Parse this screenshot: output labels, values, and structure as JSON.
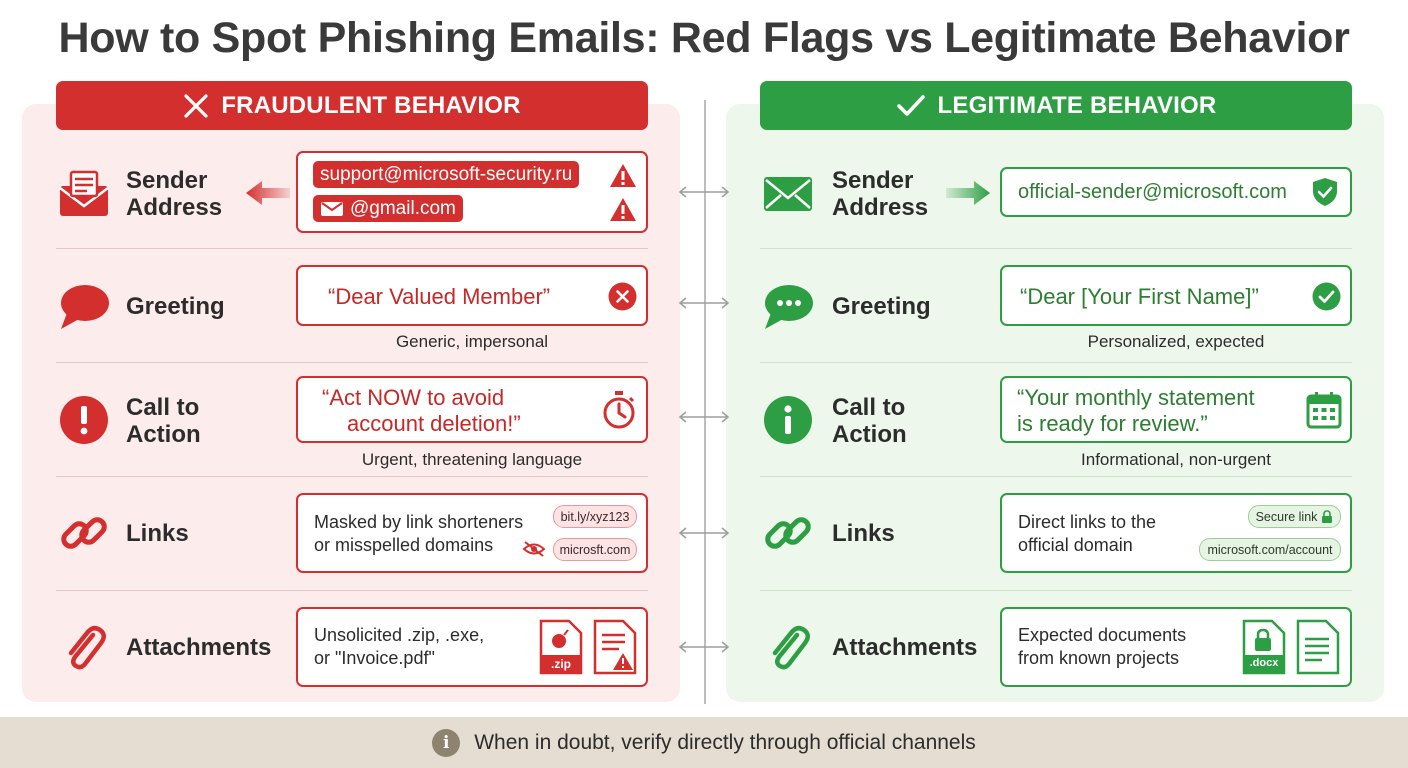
{
  "title": "How to Spot Phishing Emails: Red Flags vs Legitimate Behavior",
  "colors": {
    "red": "#d32f2f",
    "green": "#2e9e44",
    "footer_bg": "#e5ddd2"
  },
  "fraudulent": {
    "header": "FRAUDULENT BEHAVIOR",
    "header_icon": "x-icon",
    "sender": {
      "label_line1": "Sender",
      "label_line2": "Address",
      "email1": "support@microsoft-security.ru",
      "email2": "@gmail.com",
      "icons": [
        "envelope-alert-icon",
        "arrow-left-icon",
        "warning-icon"
      ]
    },
    "greeting": {
      "label": "Greeting",
      "quote": "“Dear Valued Member”",
      "caption": "Generic, impersonal",
      "icon": "speech-bubble-icon"
    },
    "cta": {
      "label_line1": "Call to",
      "label_line2": "Action",
      "quote_line1": "“Act NOW to avoid",
      "quote_line2": "account deletion!”",
      "caption": "Urgent, threatening language",
      "icon": "stopwatch-icon"
    },
    "links": {
      "label": "Links",
      "text_line1": "Masked by link shorteners",
      "text_line2": "or misspelled domains",
      "pill1": "bit.ly/xyz123",
      "pill2": "microsft.com",
      "icon": "link-icon"
    },
    "attachments": {
      "label": "Attachments",
      "text_line1": "Unsolicited .zip, .exe,",
      "text_line2": "or \"Invoice.pdf\"",
      "file_tag": ".zip",
      "icon": "paperclip-icon"
    }
  },
  "legitimate": {
    "header": "LEGITIMATE BEHAVIOR",
    "header_icon": "check-icon",
    "sender": {
      "label_line1": "Sender",
      "label_line2": "Address",
      "email": "official-sender@microsoft.com",
      "icons": [
        "envelope-icon",
        "arrow-right-icon",
        "shield-check-icon"
      ]
    },
    "greeting": {
      "label": "Greeting",
      "quote": "“Dear [Your First Name]”",
      "caption": "Personalized, expected",
      "icon": "chat-bubble-icon"
    },
    "cta": {
      "label_line1": "Call to",
      "label_line2": "Action",
      "quote_line1": "“Your monthly statement",
      "quote_line2": "is ready for review.”",
      "caption": "Informational, non-urgent",
      "icon": "calendar-icon"
    },
    "links": {
      "label": "Links",
      "text_line1": "Direct links to the",
      "text_line2": "official domain",
      "pill1": "Secure link",
      "pill2": "microsoft.com/account",
      "icon": "link-icon"
    },
    "attachments": {
      "label": "Attachments",
      "text_line1": "Expected documents",
      "text_line2": "from known projects",
      "file_tag": ".docx",
      "icon": "paperclip-icon"
    }
  },
  "footer": {
    "text": "When in doubt, verify directly through official channels",
    "icon": "info-icon"
  }
}
